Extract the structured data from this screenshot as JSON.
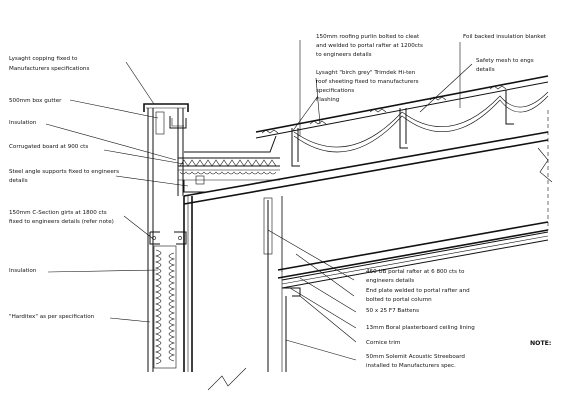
{
  "labels": {
    "capping": [
      "Lysaght copping fixed to",
      "Manufacturers specifications"
    ],
    "box_gutter": [
      "500mm box gutter"
    ],
    "insulation_upper": [
      "Insulation"
    ],
    "corrugated_board": [
      "Corrugated board at 900 cts"
    ],
    "steel_angle": [
      "Steel angle supports fixed to engineers",
      "details"
    ],
    "c_section_girts": [
      "150mm C-Section girts at 1800 cts",
      "fixed to engineers details (refer note)"
    ],
    "insulation_lower": [
      "Insulation"
    ],
    "harditex": [
      "\"Harditex\" as per specification"
    ],
    "roofing_purlin": [
      "150mm roofing purlin bolted to cleat",
      "and welded to portal rafter at 1200cts",
      "to engineers details"
    ],
    "roof_sheeting": [
      "Lysaght \"birch grey\" Trimdek Hi-ten",
      "roof sheeting fixed to manufacturers",
      "specifications"
    ],
    "flashing": [
      "Flashing"
    ],
    "foil_blanket": [
      "Foil backed insulation blanket"
    ],
    "safety_mesh": [
      "Safety mesh to engs",
      "details"
    ],
    "portal_rafter": [
      "460 UB portal rafter at 6 800 cts to",
      "engineers details"
    ],
    "end_plate": [
      "End plate welded to portal rafter and",
      "bolted to portal column"
    ],
    "battens": [
      "50 x 25 F7 Battens"
    ],
    "plasterboard": [
      "13mm Boral plasterboard ceiling lining"
    ],
    "cornice": [
      "Cornice trim"
    ],
    "streeboard": [
      "50mm Solemit Acoustic Streeboard",
      "installed to Manufacturers spec."
    ],
    "note": [
      "NOTE:"
    ]
  }
}
